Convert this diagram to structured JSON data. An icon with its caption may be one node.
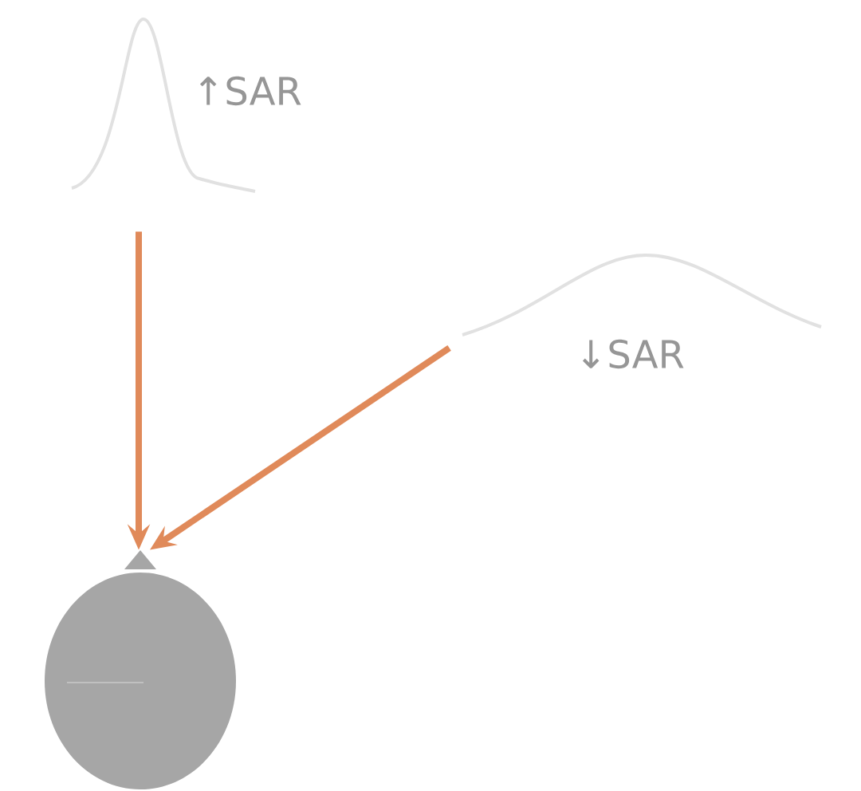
{
  "diagram": {
    "nodes": [
      {
        "text": [
          "↑SAR"
        ]
      },
      {
        "text": [
          "↓SAR"
        ]
      },
      {
        "text": [],
        "shape": "circle"
      }
    ],
    "edges": [
      {
        "from": 0,
        "to": 2,
        "arrow": "to"
      },
      {
        "from": 1,
        "to": 2,
        "arrow": "to"
      }
    ]
  }
}
